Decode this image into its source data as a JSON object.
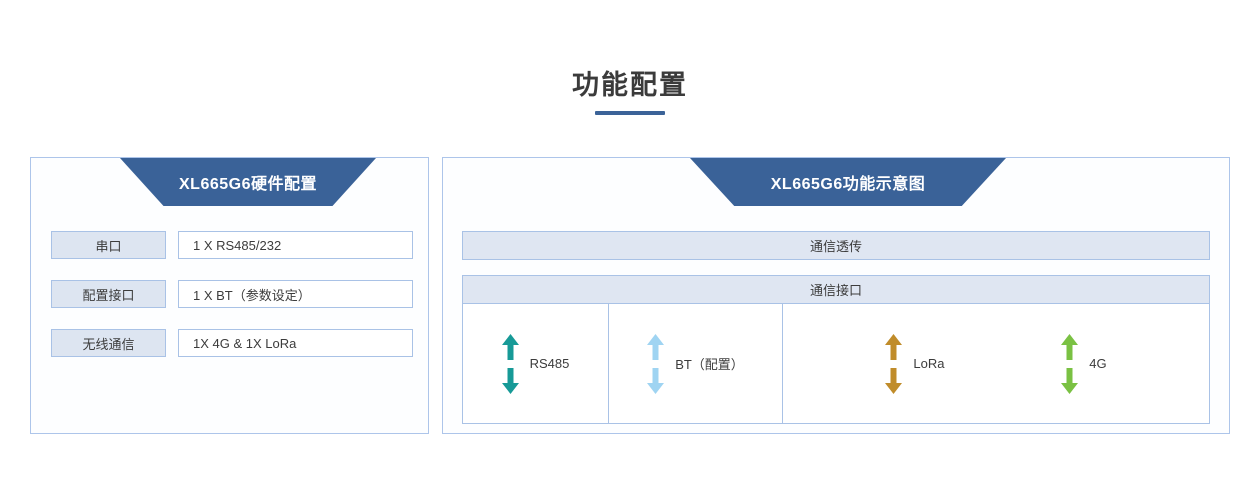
{
  "page": {
    "title": "功能配置",
    "accent_color": "#3b6398",
    "banner_color": "#3a6298",
    "border_color": "#a9c2e6",
    "cell_fill_color": "#dde5f1"
  },
  "left_panel": {
    "banner_title": "XL665G6硬件配置",
    "rows": [
      {
        "label": "串口",
        "value": "1 X RS485/232"
      },
      {
        "label": "配置接口",
        "value": "1 X BT（参数设定）"
      },
      {
        "label": "无线通信",
        "value": "1X 4G & 1X LoRa"
      }
    ]
  },
  "right_panel": {
    "banner_title": "XL665G6功能示意图",
    "transparent_bar": "通信透传",
    "interface_bar": "通信接口",
    "interfaces": [
      {
        "label": "RS485",
        "arrow_color": "#179a97",
        "cell": "serial"
      },
      {
        "label": "BT（配置）",
        "arrow_color": "#9fd4f2",
        "cell": "bluetooth"
      },
      {
        "label": "LoRa",
        "arrow_color": "#c08c2a",
        "cell": "wireless"
      },
      {
        "label": "4G",
        "arrow_color": "#7ac143",
        "cell": "wireless"
      }
    ]
  }
}
